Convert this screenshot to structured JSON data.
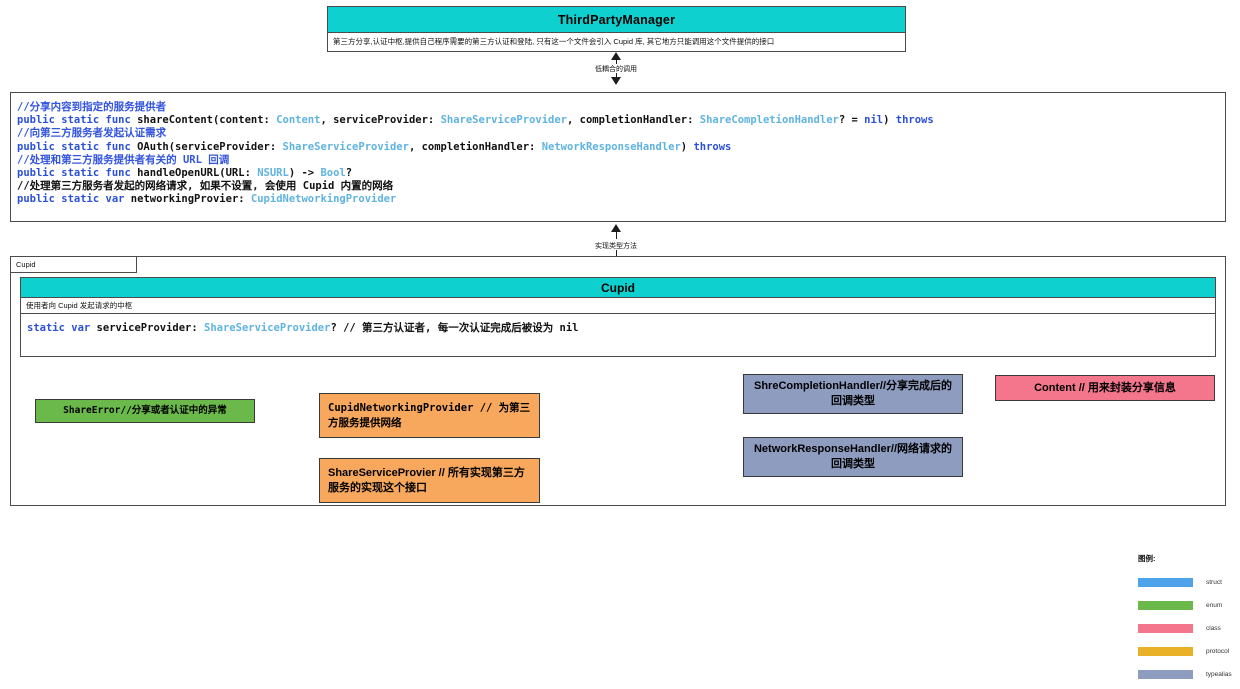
{
  "top_class": {
    "name": "ThirdPartyManager",
    "description": "第三方分享,认证中枢,提供自己程序需要的第三方认证和登陆, 只有这一个文件会引入 Cupid 库, 其它地方只能调用这个文件提供的接口",
    "header_color": "#0dd0cf"
  },
  "connectors": {
    "top_label": "低耦合的调用",
    "bottom_label": "实现类型方法"
  },
  "code": {
    "lines": [
      {
        "id": "c1",
        "kind": "comment",
        "text": "//分享内容到指定的服务提供者"
      },
      {
        "id": "c2",
        "kind": "code",
        "text": "public static func shareContent(content: Content, serviceProvider: ShareServiceProvider, completionHandler: ShareCompletionHandler? = nil) throws"
      },
      {
        "id": "c3",
        "kind": "comment",
        "text": "//向第三方服务者发起认证需求"
      },
      {
        "id": "c4",
        "kind": "code",
        "text": "public static func OAuth(serviceProvider: ShareServiceProvider, completionHandler: NetworkResponseHandler) throws"
      },
      {
        "id": "c5",
        "kind": "comment",
        "text": "//处理和第三方服务提供者有关的 URL 回调"
      },
      {
        "id": "c6",
        "kind": "code",
        "text": "public static func handleOpenURL(URL: NSURL) -> Bool?"
      },
      {
        "id": "c7",
        "kind": "comment-plain",
        "text": "//处理第三方服务者发起的网络请求, 如果不设置, 会使用 Cupid 内置的网络"
      },
      {
        "id": "c8",
        "kind": "code",
        "text": "public static var networkingProvier: CupidNetworkingProvider"
      }
    ]
  },
  "package": {
    "tab_label": "Cupid"
  },
  "cupid_class": {
    "name": "Cupid",
    "description": "使用者向 Cupid 发起请求的中枢",
    "member": "static var serviceProvider: ShareServiceProvider? // 第三方认证者, 每一次认证完成后被设为 nil"
  },
  "type_boxes": [
    {
      "id": "shareerror",
      "label": "ShareError//分享或者认证中的异常",
      "color": "#6ab94a",
      "kind": "enum"
    },
    {
      "id": "cupidnet",
      "label": "CupidNetworkingProvider // 为第三方服务提供网络",
      "color": "#f8a85c",
      "kind": "protocol"
    },
    {
      "id": "sharesvc",
      "label": "ShareServiceProvier // 所有实现第三方服务的实现这个接口",
      "color": "#f8a85c",
      "kind": "protocol"
    },
    {
      "id": "shrecomp",
      "label": "ShreCompletionHandler//分享完成后的回调类型",
      "color": "#8e9cc0",
      "kind": "typealias"
    },
    {
      "id": "netresp",
      "label": "NetworkResponseHandler//网络请求的回调类型",
      "color": "#8e9cc0",
      "kind": "typealias"
    },
    {
      "id": "content",
      "label": "Content // 用来封装分享信息",
      "color": "#f4768c",
      "kind": "class"
    }
  ],
  "legend": {
    "title": "图例:",
    "items": [
      {
        "label": "struct",
        "color": "#4ea3ea"
      },
      {
        "label": "enum",
        "color": "#6ab94a"
      },
      {
        "label": "class",
        "color": "#f4768c"
      },
      {
        "label": "protocol",
        "color": "#e8b128"
      },
      {
        "label": "typealias",
        "color": "#8e9cc0"
      }
    ]
  }
}
